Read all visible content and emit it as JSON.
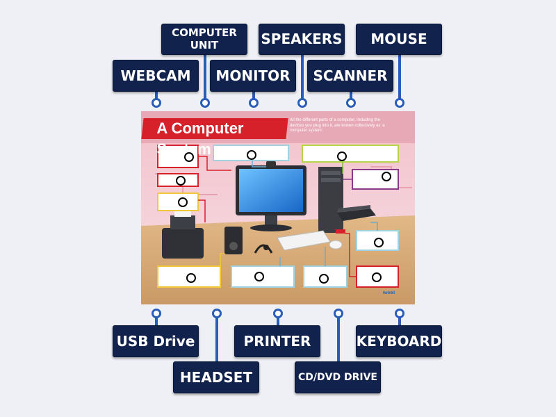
{
  "labels": {
    "computer_unit": "COMPUTER UNIT",
    "speakers": "SPEAKERS",
    "mouse": "MOUSE",
    "webcam": "WEBCAM",
    "monitor": "MONITOR",
    "scanner": "SCANNER",
    "usb_drive": "USB Drive",
    "printer": "PRINTER",
    "keyboard": "KEYBOARD",
    "headset": "HEADSET",
    "cd_dvd_drive": "CD/DVD DRIVE"
  },
  "poster": {
    "title": "A Computer System",
    "description": "All the different parts of a computer, including the devices you plug into it, are known collectively as 'a computer system'.",
    "brand": "twinkl"
  },
  "colors": {
    "label_bg": "#11224d",
    "connector": "#2a5db8",
    "banner": "#d6212b"
  }
}
